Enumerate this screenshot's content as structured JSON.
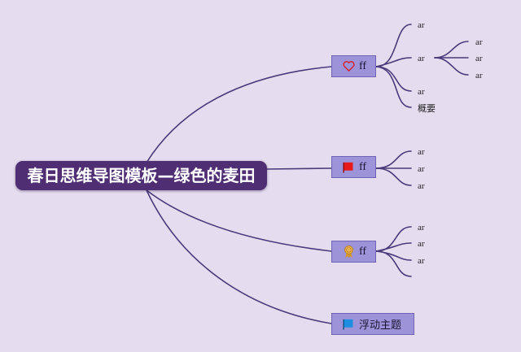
{
  "central": {
    "label": "春日思维导图模板—绿色的麦田"
  },
  "topics": [
    {
      "label": "ff",
      "icon": "heart-icon"
    },
    {
      "label": "ff",
      "icon": "red-flag-icon"
    },
    {
      "label": "ff",
      "icon": "award-ribbon-icon"
    },
    {
      "label": "浮动主题",
      "icon": "blue-flag-icon"
    }
  ],
  "subtopics": {
    "t1": [
      "ar",
      "ar",
      "ar",
      "概要"
    ],
    "t1_sub": [
      "ar",
      "ar",
      "ar"
    ],
    "t2": [
      "ar",
      "ar",
      "ar"
    ],
    "t3": [
      "ar",
      "ar",
      "ar"
    ]
  },
  "colors": {
    "background": "#e5dcef",
    "central_fill": "#4f2e73",
    "topic_fill": "#9c93d8",
    "line": "#4a3a7a"
  }
}
